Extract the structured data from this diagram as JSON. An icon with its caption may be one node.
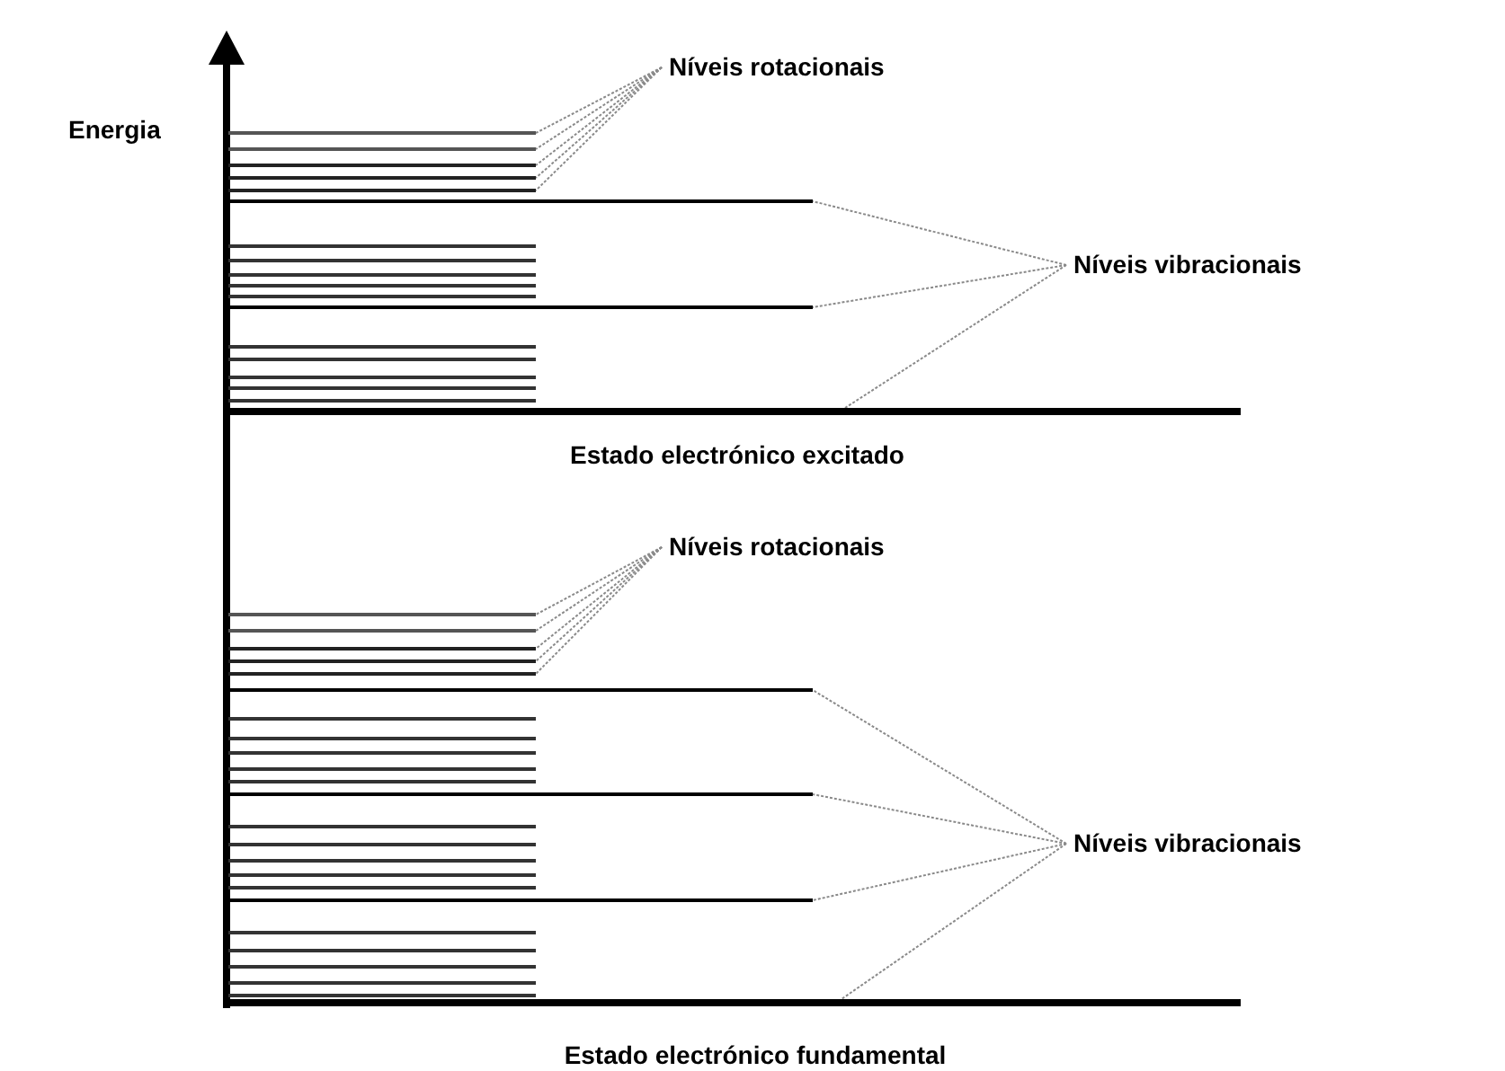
{
  "diagram": {
    "nodes": [
      {
        "text": [
          "Níveis rotacionais"
        ]
      },
      {
        "text": [],
        "shape": "line"
      },
      {
        "text": [],
        "shape": "line"
      },
      {
        "text": [],
        "shape": "line"
      },
      {
        "text": [],
        "shape": "line"
      },
      {
        "text": [],
        "shape": "line"
      },
      {
        "text": [],
        "shape": "line"
      },
      {
        "text": [
          "Níveis vibracionais"
        ]
      },
      {
        "text": [],
        "shape": "line"
      },
      {
        "text": [],
        "shape": "line",
        "beside": [
          "Estado electrónico excitado"
        ]
      },
      {
        "text": [
          "Níveis rotacionais"
        ]
      },
      {
        "text": [],
        "shape": "line"
      },
      {
        "text": [],
        "shape": "line"
      },
      {
        "text": [],
        "shape": "line"
      },
      {
        "text": [],
        "shape": "line"
      },
      {
        "text": [],
        "shape": "line"
      },
      {
        "text": [],
        "shape": "line"
      },
      {
        "text": [],
        "shape": "line"
      },
      {
        "text": [
          "Níveis vibracionais"
        ]
      },
      {
        "text": [],
        "shape": "line"
      },
      {
        "text": [],
        "shape": "line",
        "beside": [
          "Estado electrónico fundamental"
        ]
      }
    ],
    "edges": [
      {
        "from": 0,
        "to": 1,
        "arrow": "none"
      },
      {
        "from": 0,
        "to": 2,
        "arrow": "none"
      },
      {
        "from": 0,
        "to": 3,
        "arrow": "none"
      },
      {
        "from": 0,
        "to": 4,
        "arrow": "none"
      },
      {
        "from": 0,
        "to": 5,
        "arrow": "none"
      },
      {
        "from": 7,
        "to": 6,
        "arrow": "none"
      },
      {
        "from": 7,
        "to": 8,
        "arrow": "none"
      },
      {
        "from": 7,
        "to": 9,
        "arrow": "none"
      },
      {
        "from": 10,
        "to": 11,
        "arrow": "none"
      },
      {
        "from": 10,
        "to": 12,
        "arrow": "none"
      },
      {
        "from": 10,
        "to": 13,
        "arrow": "none"
      },
      {
        "from": 10,
        "to": 14,
        "arrow": "none"
      },
      {
        "from": 10,
        "to": 15,
        "arrow": "none"
      },
      {
        "from": 18,
        "to": 16,
        "arrow": "none"
      },
      {
        "from": 18,
        "to": 17,
        "arrow": "none"
      },
      {
        "from": 18,
        "to": 19,
        "arrow": "none"
      },
      {
        "from": 18,
        "to": 20,
        "arrow": "none"
      }
    ],
    "labels": [
      "Energia"
    ]
  }
}
